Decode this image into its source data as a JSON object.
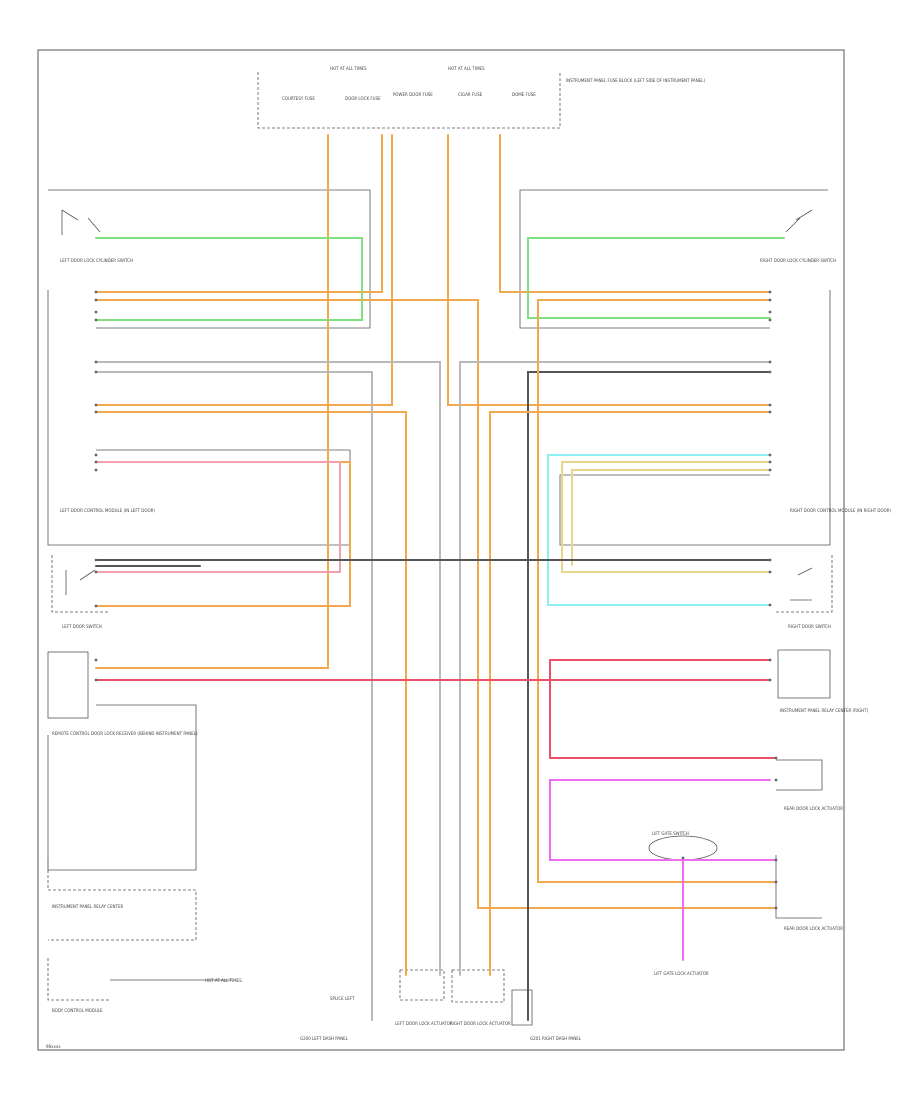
{
  "diagram": {
    "footer_code": "98xxxx",
    "fuse_panel": {
      "header_left": "HOT AT ALL TIMES",
      "header_right": "HOT AT ALL TIMES",
      "fuses": [
        "COURTESY FUSE",
        "DOOR LOCK FUSE",
        "POWER DOOR FUSE",
        "CIGAR FUSE",
        "DOME FUSE"
      ],
      "label": "INSTRUMENT PANEL FUSE BLOCK (LEFT SIDE OF INSTRUMENT PANEL)"
    },
    "left_door_lock_switch": "LEFT DOOR LOCK CYLINDER SWITCH",
    "right_door_lock_switch": "RIGHT DOOR LOCK CYLINDER SWITCH",
    "left_door_module": "LEFT DOOR CONTROL MODULE (IN LEFT DOOR)",
    "right_door_module": "RIGHT DOOR CONTROL MODULE (IN RIGHT DOOR)",
    "left_door_switch": "LEFT DOOR SWITCH",
    "right_door_switch": "RIGHT DOOR SWITCH",
    "remote_control_module": "REMOTE CONTROL DOOR LOCK RECEIVER (BEHIND INSTRUMENT PANEL)",
    "ip_relay_left": "INSTRUMENT PANEL RELAY CENTER",
    "ip_relay_right": "INSTRUMENT PANEL RELAY CENTER (RIGHT)",
    "left_splice": "SPLICE LEFT",
    "left_ground": "G200 LEFT DASH PANEL",
    "right_ground": "G201 RIGHT DASH PANEL",
    "left_actuator": "LEFT DOOR LOCK ACTUATOR",
    "right_actuator": "RIGHT DOOR LOCK ACTUATOR",
    "rear_lock_top": "REAR DOOR LOCK ACTUATOR",
    "rear_lock_bottom": "REAR DOOR LOCK ACTUATOR",
    "lift_gate": "LIFT GATE SWITCH",
    "lift_gate_lower": "LIFT GATE LOCK ACTUATOR",
    "bottom_left": "BODY CONTROL MODULE",
    "hot_label": "HOT AT ALL TIMES",
    "wire_colors": {
      "orange": "#f2a94e",
      "green": "#7ee07e",
      "red": "#ec4f6a",
      "pink": "#f5a0b0",
      "magenta": "#ee6cf0",
      "cyan": "#8ef0f4",
      "yellow": "#e8d68c",
      "gray": "#b9b9b9",
      "black": "#555555",
      "tan": "#d9c08e"
    }
  }
}
